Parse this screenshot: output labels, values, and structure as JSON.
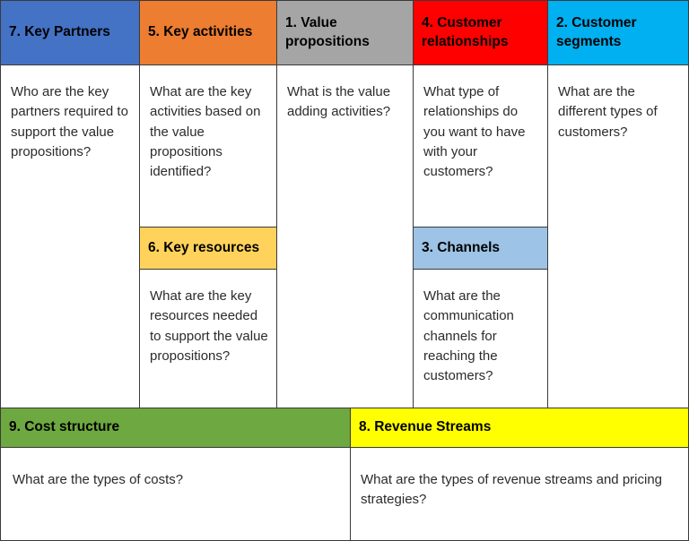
{
  "canvas": {
    "title": "Business Model Canvas",
    "colors": {
      "key_partners": "#4472C4",
      "key_activities": "#ED7D31",
      "value_propositions": "#A5A5A5",
      "customer_relationships": "#FF0000",
      "customer_segments": "#00B0F0",
      "key_resources": "#FFD35B",
      "channels": "#9DC3E6",
      "cost_structure": "#6EA840",
      "revenue_streams": "#FFFF00"
    }
  },
  "blocks": {
    "key_partners": {
      "header": "7. Key Partners",
      "number": "7",
      "body": "Who are the key partners required to support the value propositions?"
    },
    "key_activities": {
      "header": "5. Key activities",
      "number": "5",
      "body": "What are the key activities based on the value propositions identified?"
    },
    "value_propositions": {
      "header": "1.   Value\n      propositions",
      "number": "1",
      "body": "What is the value adding activities?"
    },
    "customer_relationships": {
      "header": "4.   Customer\n      relationships",
      "number": "4",
      "body": "What type of relationships do you want to have with your customers?"
    },
    "customer_segments": {
      "header": "2.   Customer\n      segments",
      "number": "2",
      "body": "What are the different types of customers?"
    },
    "key_resources": {
      "header": "6. Key resources",
      "number": "6",
      "body": "What are the key resources needed to support the value propositions?"
    },
    "channels": {
      "header": "3.    Channels",
      "number": "3",
      "body": "What are the communication channels for reaching the customers?"
    },
    "cost_structure": {
      "header": "9. Cost structure",
      "number": "9",
      "body": "What are the types of costs?"
    },
    "revenue_streams": {
      "header": "8. Revenue Streams",
      "number": "8",
      "body": "What are the types of revenue streams and pricing strategies?"
    }
  }
}
